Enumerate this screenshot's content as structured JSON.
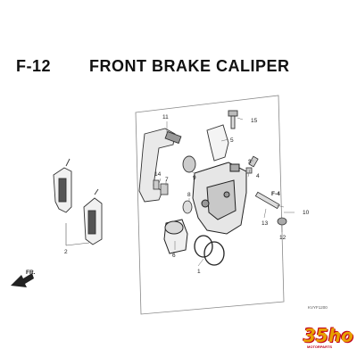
{
  "header": {
    "section_code": "F-12",
    "title": "FRONT BRAKE CALIPER"
  },
  "diagram": {
    "part_labels": [
      "1",
      "2",
      "3",
      "4",
      "5",
      "6",
      "7",
      "8",
      "9",
      "10",
      "11",
      "12",
      "13",
      "14",
      "15"
    ],
    "reference": "F-4",
    "front_arrow": "FR.",
    "drawing_code": "KVYF1200"
  },
  "logo": {
    "text": "35ho",
    "subtext": "MOTORPARTS"
  }
}
